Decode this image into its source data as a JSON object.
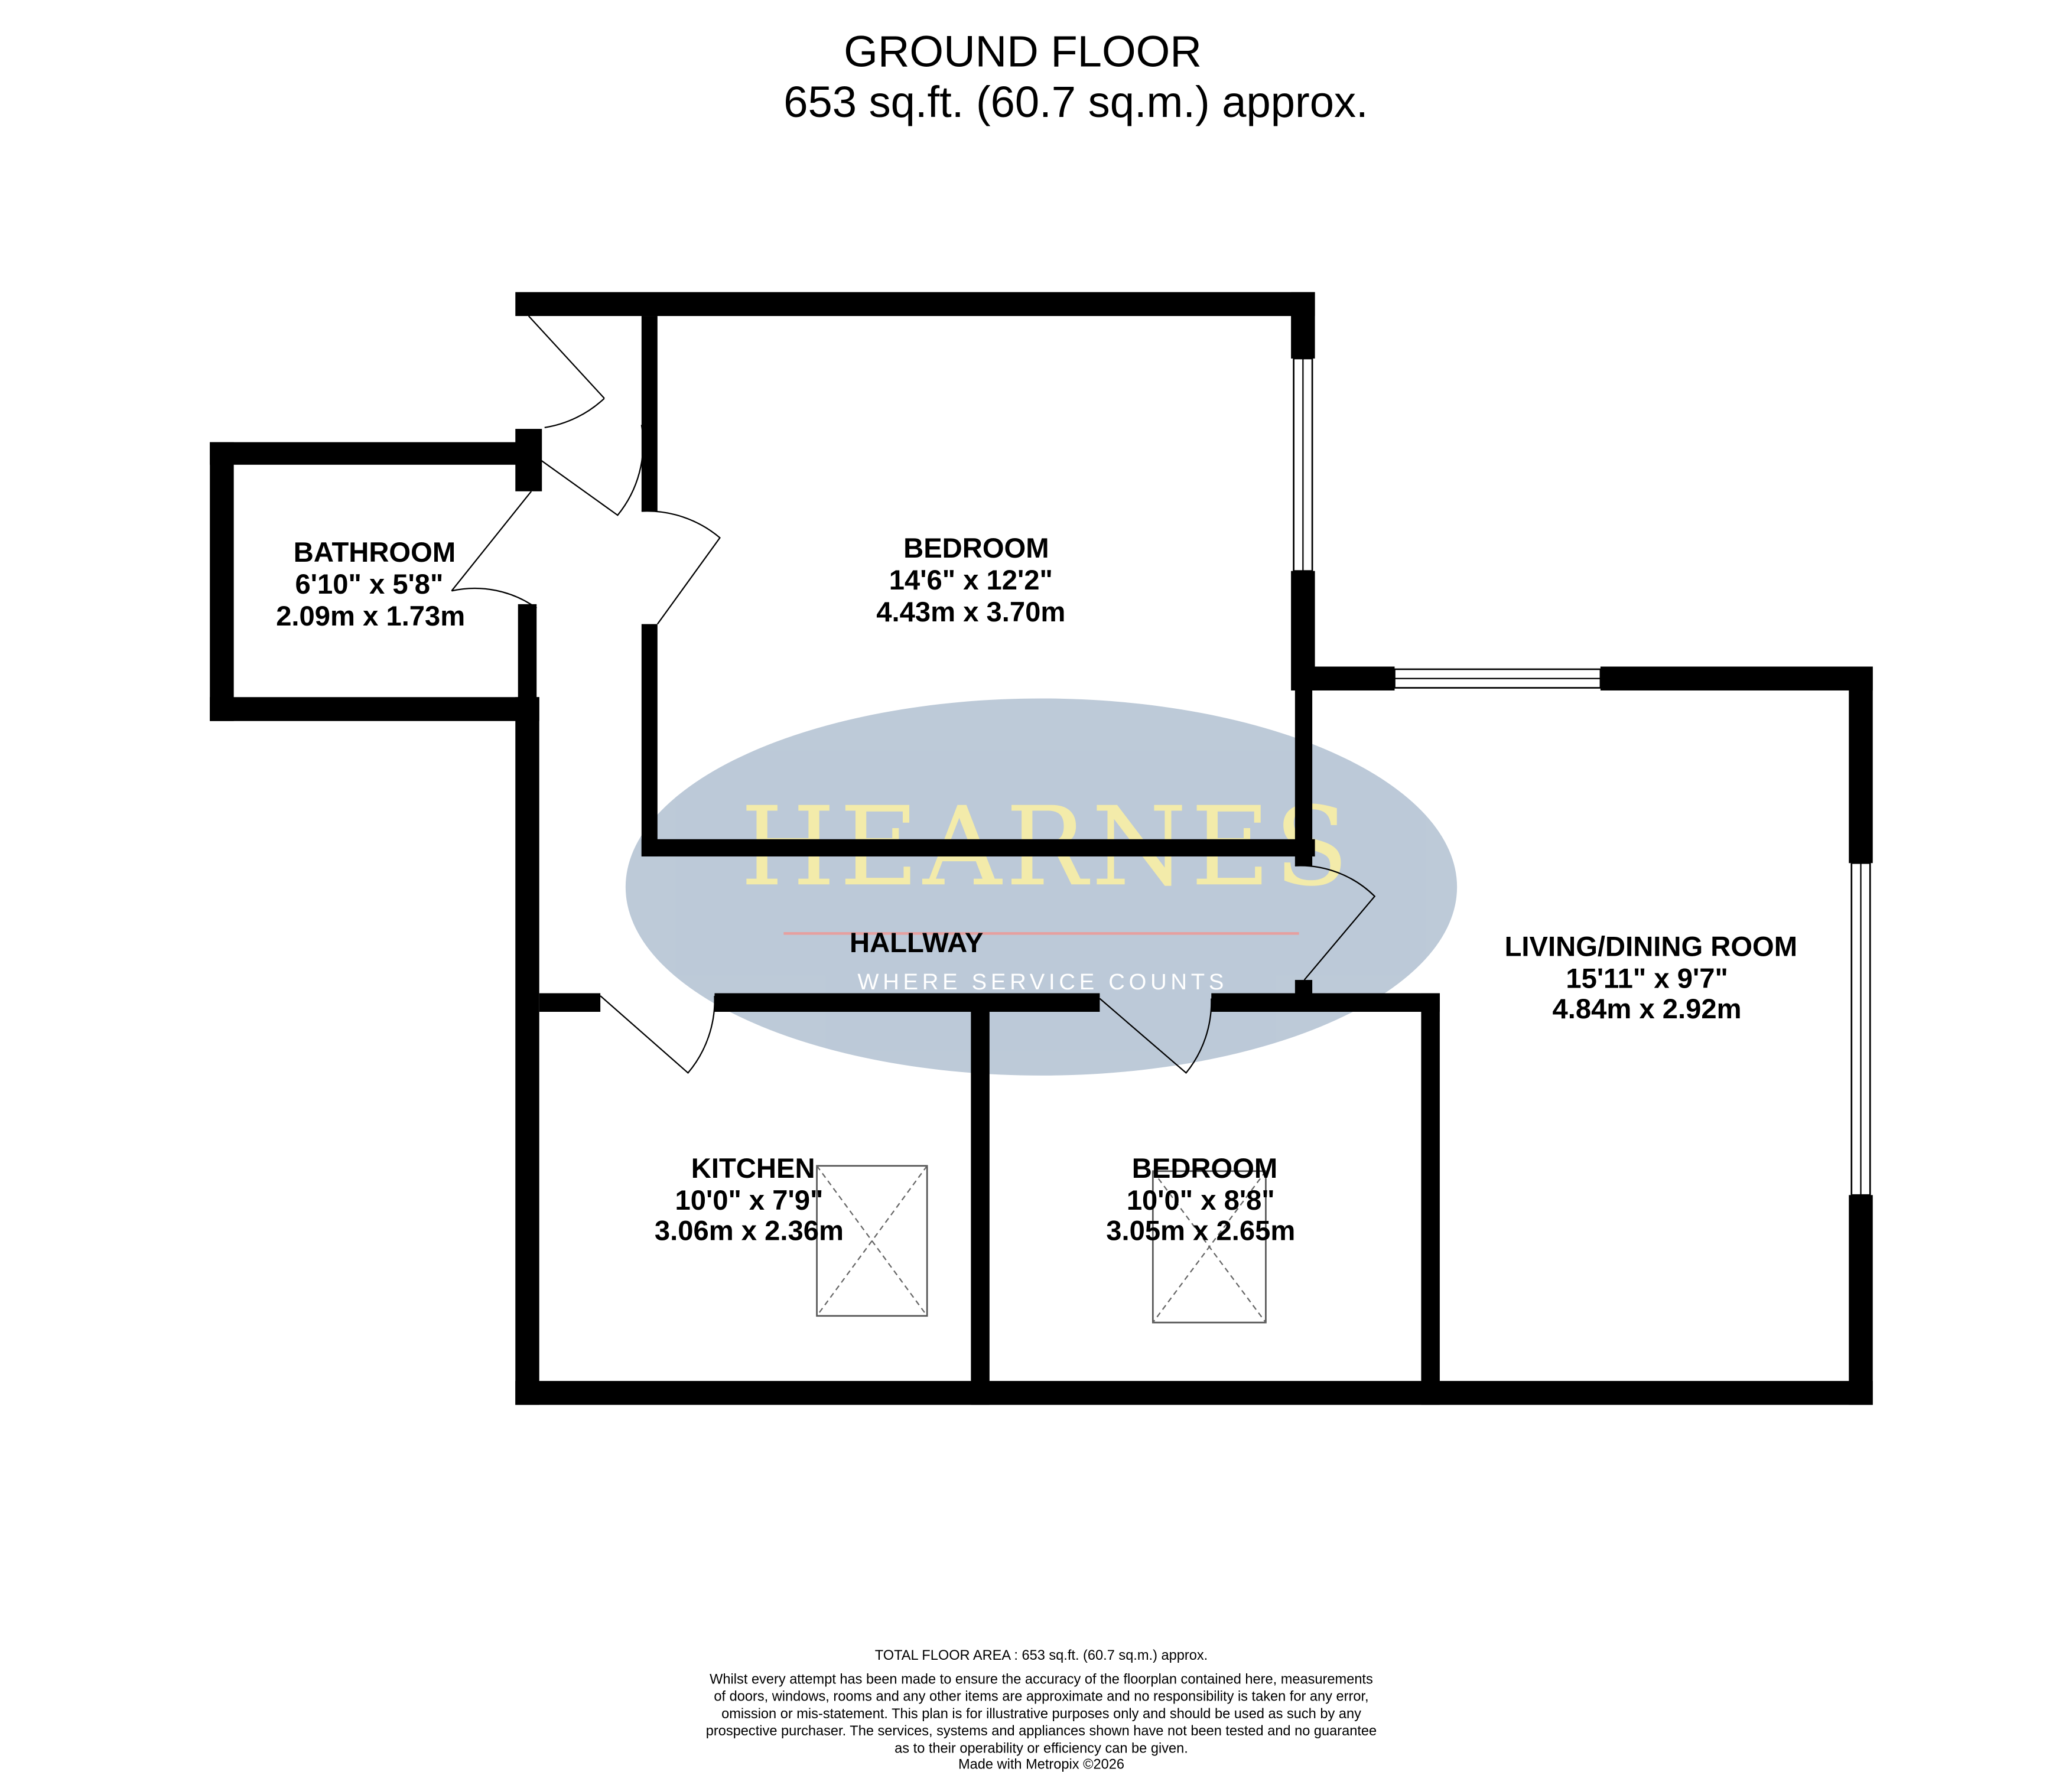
{
  "header": {
    "floor_name": "GROUND FLOOR",
    "floor_area": "653 sq.ft. (60.7 sq.m.) approx."
  },
  "watermark": {
    "brand": "HEARNES",
    "tagline": "WHERE SERVICE COUNTS",
    "ellipse_color": "#b9c7d6",
    "brand_color": "#f3eaa6"
  },
  "rooms": {
    "bathroom": {
      "name": "BATHROOM",
      "imperial": "6'10\"  x 5'8\"",
      "metric": "2.09m  x 1.73m"
    },
    "bedroom1": {
      "name": "BEDROOM",
      "imperial": "14'6\"  x 12'2\"",
      "metric": "4.43m  x 3.70m"
    },
    "hallway": {
      "name": "HALLWAY"
    },
    "living": {
      "name": "LIVING/DINING ROOM",
      "imperial": "15'11\"  x 9'7\"",
      "metric": "4.84m  x 2.92m"
    },
    "kitchen": {
      "name": "KITCHEN",
      "imperial": "10'0\"  x 7'9\"",
      "metric": "3.06m  x 2.36m"
    },
    "bedroom2": {
      "name": "BEDROOM",
      "imperial": "10'0\"  x 8'8\"",
      "metric": "3.05m  x 2.65m"
    }
  },
  "footer": {
    "total": "TOTAL FLOOR AREA : 653 sq.ft. (60.7 sq.m.) approx.",
    "disclaimer": [
      "Whilst every attempt has been made to ensure the accuracy of the floorplan contained here, measurements",
      "of doors, windows, rooms and any other items are approximate and no responsibility is taken for any error,",
      "omission or mis-statement. This plan is for illustrative purposes only and should be used as such by any",
      "prospective purchaser. The services, systems and appliances shown have not been tested and no guarantee",
      "as to their operability or efficiency can be given."
    ],
    "credit": "Made with Metropix ©2026"
  }
}
